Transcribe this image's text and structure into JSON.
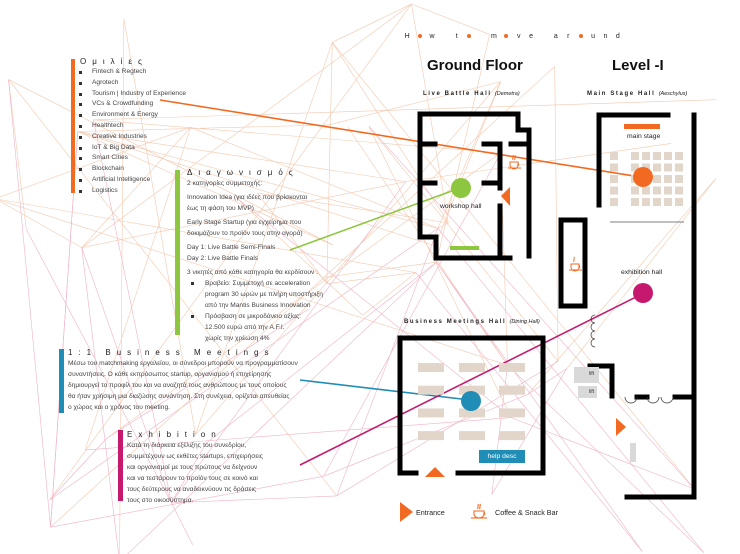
{
  "header": {
    "how_to_move": "How to move around",
    "how_to_move_letters": [
      "H",
      "o",
      "w",
      " ",
      "t",
      "o",
      " ",
      "m",
      "o",
      "v",
      "e",
      " ",
      "a",
      "r",
      "o",
      "u",
      "n",
      "d"
    ]
  },
  "colors": {
    "orange": "#f26a21",
    "green": "#8dc63f",
    "blue": "#1f8db5",
    "magenta": "#c6196e",
    "seat": "#e2d6cb",
    "lift": "#d9d9d9",
    "bg_lines_orange": "#f3c9b0",
    "bg_lines_pink": "#f0b3c6"
  },
  "talks": {
    "title": "Ομιλίες",
    "items": [
      "Fintech & Regtech",
      "Agrotech",
      "Tourism | Industry of Experience",
      "VCs & Crowdfunding",
      "Environment & Energy",
      "Healthtech",
      "Creative Industries",
      "IoT & Big Data",
      "Smart Cities",
      "Blockchain",
      "Artificial Intelligence",
      "Logistics"
    ]
  },
  "competition": {
    "title": "Διαγωνισμός",
    "line1": "2 κατηγορίες συμμετοχής:",
    "cat1a": "Innovation Idea (για ιδέες που βρίσκονται",
    "cat1b": "έως τη φάση του MVP)",
    "cat2a": "Early Stage Startup (για εγχείρημα που",
    "cat2b": "δοκιμάζουν το προϊόν τους στην αγορά)",
    "day1": "Day 1: Live Battle Semi-Finals",
    "day2": "Day 2: Live Battle Finals",
    "winners": "3 νικητές από κάθε κατηγορία  θα κερδίσουν :",
    "prize1a": "Βραβείο: Συμμετοχή σε acceleration",
    "prize1b": "program 30 ωρών με πλήρη υποστήριξη",
    "prize1c": "από την Mantis Business Innovation",
    "prize2a": "Πρόσβαση σε μικροδάνειο αξίας:",
    "prize2b": "12.500 ευρώ από την A.F.I.",
    "prize2c": "χωρίς την χρέωση 4%"
  },
  "meetings": {
    "title": "1:1 Business Meetings",
    "lines": [
      "Μέσω του matchmaking εργαλείου, οι σύνεδροι μπορούν να προγραμματίσουν",
      "συναντήσεις. Ο κάθε εκπρόσωπος startup, οργανισμού ή επιχείρησης",
      "δημιουργεί το προφίλ του και να αναζητά τους ανθρώπους με τους οποίους",
      "θα ήταν χρήσιμη μια διαζώσης συνάντηση. Στη συνέχεια, ορίζεται απευθείας",
      "ο χώρος και ο χρόνος του meeting."
    ]
  },
  "exhibition": {
    "title": "Exhibition",
    "lines": [
      "Κατά τη διάρκεια εξέλιξης του συνεδρίου,",
      "συμμετέχουν ως εκθέτες startups, επιχειρήσεις",
      "και οργανισμοί με τους πρώτους να δείχνουν",
      "και να τεστάρουν το προϊόν τους σε κοινό και",
      "τους δεύτερους να αναδεικνύουν τις δράσεις",
      "τους στο οικοσύστημα."
    ]
  },
  "floors": {
    "ground": "Ground Floor",
    "level": "Level -I"
  },
  "halls": {
    "live_battle": "Live Battle Hall",
    "live_battle_sub": "(Demetra)",
    "main_stage": "Main Stage Hall",
    "main_stage_sub": "(Aeschylus)",
    "business": "Business Meetings Hall",
    "business_sub": "(Dining Hall)"
  },
  "map_labels": {
    "workshop": "workshop hall",
    "main_stage": "main stage",
    "exhibition": "exhibition hall",
    "help_desk": "help desc",
    "lift1": "lift",
    "lift2": "lift"
  },
  "legend": {
    "entrance": "Entrance",
    "coffee": "Coffee & Snack Bar"
  }
}
